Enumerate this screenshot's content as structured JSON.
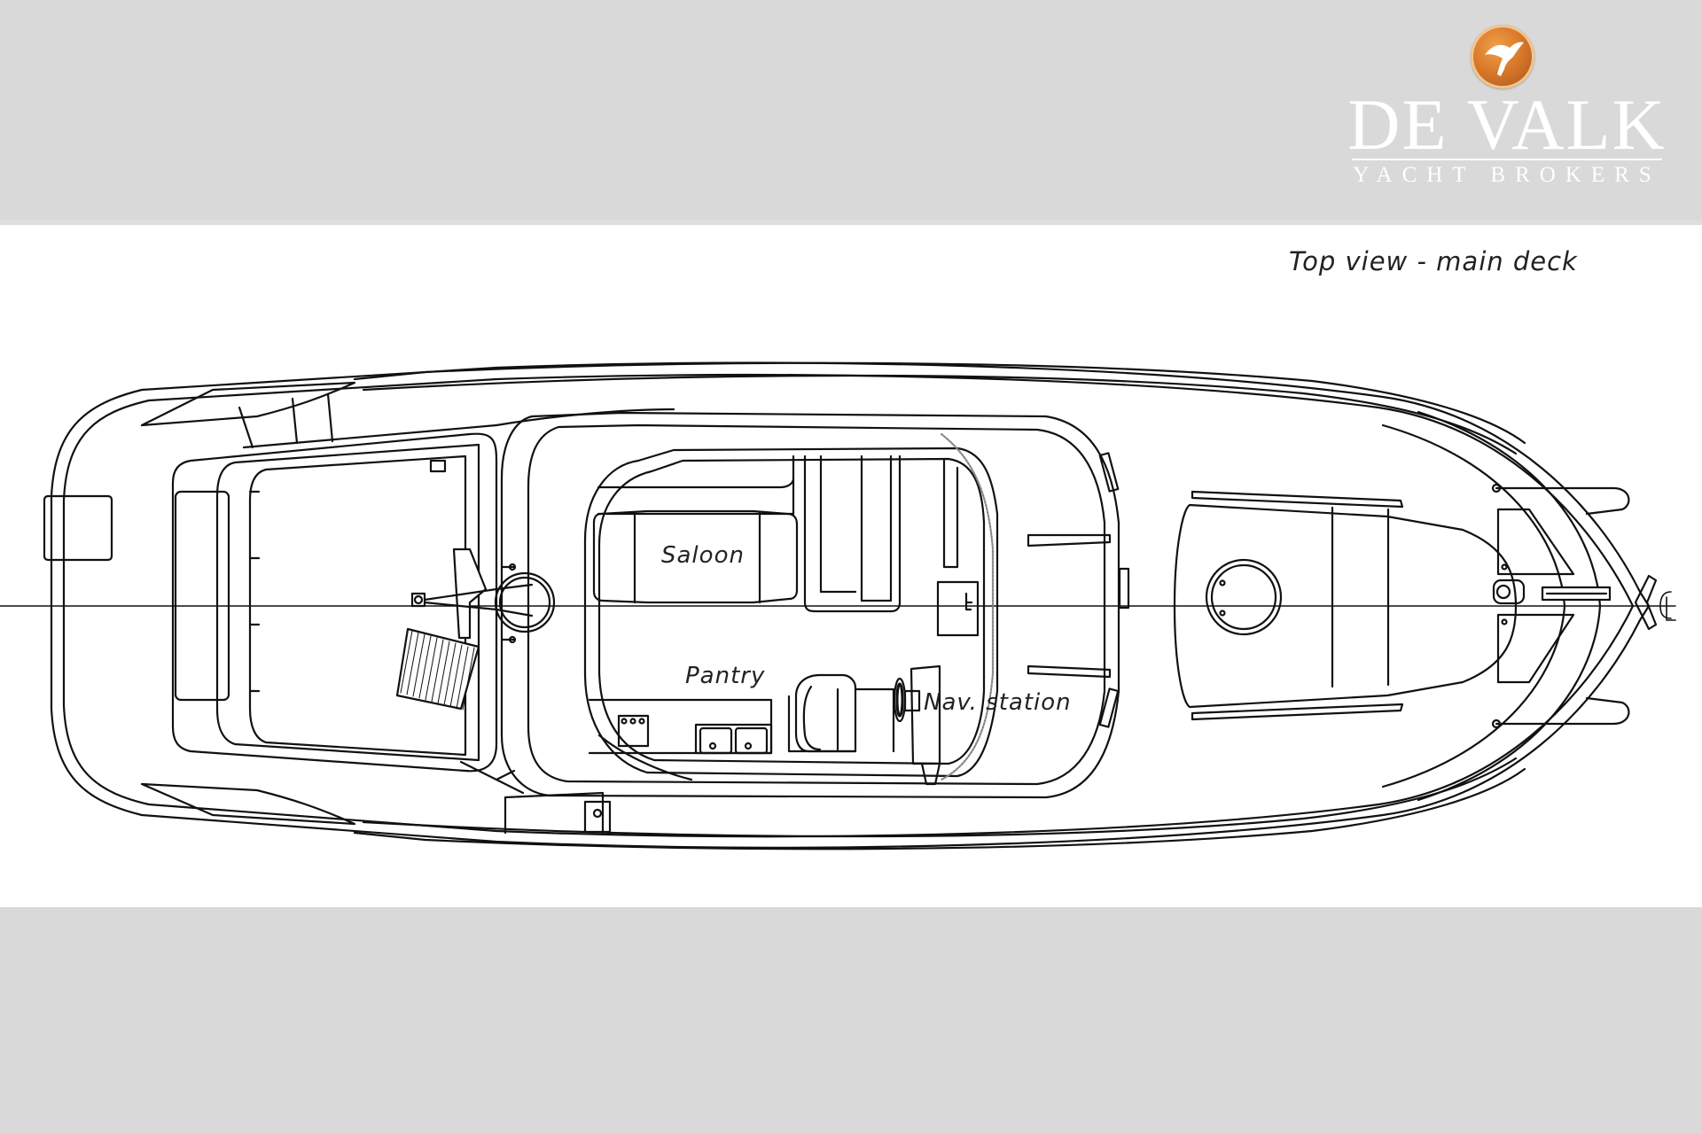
{
  "brand": {
    "name": "DE VALK",
    "tagline": "YACHT BROKERS",
    "emblem_icon": "falcon-emblem-icon",
    "colors": {
      "emblem": "#d9782a",
      "emblem_ring": "#f3c58e",
      "text": "#ffffff",
      "background": "#d9d9d9"
    }
  },
  "drawing": {
    "title": "Top view - main deck",
    "labels": {
      "saloon": "Saloon",
      "pantry": "Pantry",
      "nav_station": "Nav. station"
    },
    "centerline_symbol": "CL",
    "colors": {
      "line": "#111111",
      "paper": "#ffffff"
    }
  }
}
